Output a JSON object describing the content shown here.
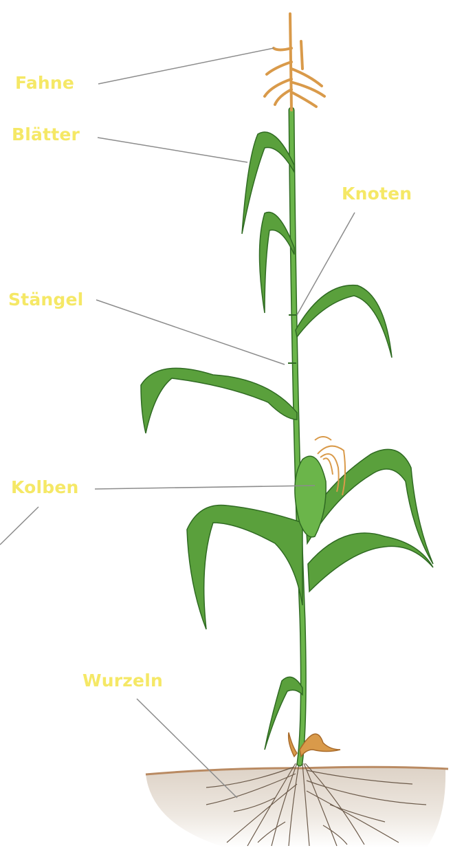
{
  "diagram": {
    "labels": {
      "fahne": "Fahne",
      "blaetter": "Blätter",
      "knoten": "Knoten",
      "staengel": "Stängel",
      "kolben": "Kolben",
      "wurzeln": "Wurzeln"
    },
    "colors": {
      "label": "#f5e866",
      "leader_line": "#8c8c8c",
      "leaf": "#5aa03c",
      "leaf_dark": "#2f6a22",
      "tassel": "#d99a4a",
      "soil": "#e8dfd5",
      "soil_surface": "#b98a62",
      "roots": "#6b5a4a"
    }
  }
}
